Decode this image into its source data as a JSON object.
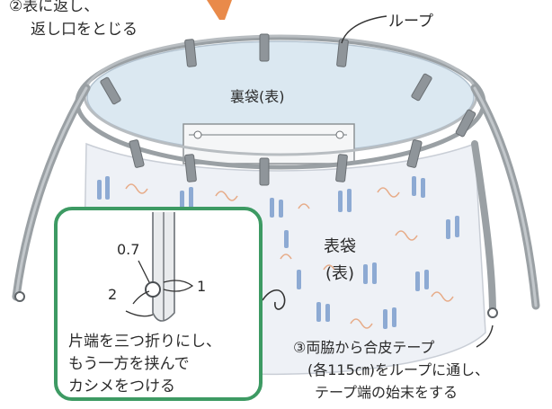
{
  "step2": {
    "line1": "②表に返し、",
    "line2": "返し口をとじる"
  },
  "loop_label": "ループ",
  "inner_bag_label": "裏袋(表)",
  "outer_bag": {
    "line1": "表袋",
    "line2": "(表)"
  },
  "step3": {
    "line1": "③両脇から合皮テープ",
    "line2": "(各115㎝)をループに通し、",
    "line3": "テープ端の始末をする"
  },
  "inset": {
    "line1": "片端を三つ折りにし、",
    "line2": "もう一方を挟んで",
    "line3": "カシメをつける",
    "dims": {
      "a": "0.7",
      "b": "1",
      "c": "2"
    },
    "frame_color": "#3d9a63"
  },
  "colors": {
    "arrow": "#e98a4a",
    "tape": "#9aa0a4",
    "lining": "#dbe8f1",
    "outer_fabric": "#eef1f6",
    "print_blue": "#6d93c8",
    "print_orange": "#e6a177"
  }
}
